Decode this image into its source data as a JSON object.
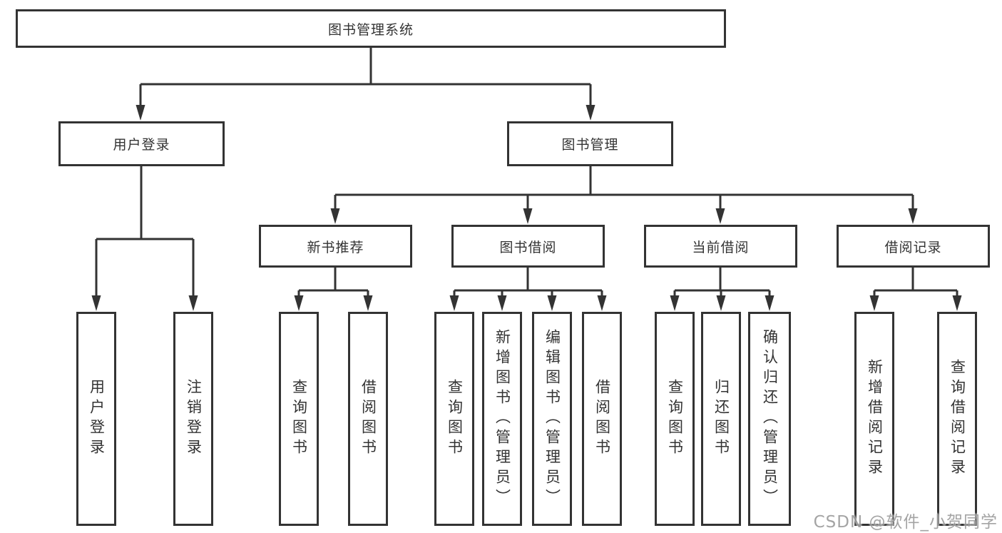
{
  "diagram": {
    "root": {
      "label": "图书管理系统"
    },
    "level2": {
      "user_login": {
        "label": "用户登录"
      },
      "book_management": {
        "label": "图书管理"
      }
    },
    "level3": {
      "new_book_recommend": {
        "label": "新书推荐"
      },
      "book_borrow": {
        "label": "图书借阅"
      },
      "current_borrow": {
        "label": "当前借阅"
      },
      "borrow_records": {
        "label": "借阅记录"
      }
    },
    "leaves": {
      "user_login_children": [
        {
          "label": "用户登录"
        },
        {
          "label": "注销登录"
        }
      ],
      "new_book_recommend_children": [
        {
          "label": "查询图书"
        },
        {
          "label": "借阅图书"
        }
      ],
      "book_borrow_children": [
        {
          "label": "查询图书"
        },
        {
          "label": "新增图书（管理员）"
        },
        {
          "label": "编辑图书（管理员）"
        },
        {
          "label": "借阅图书"
        }
      ],
      "current_borrow_children": [
        {
          "label": "查询图书"
        },
        {
          "label": "归还图书"
        },
        {
          "label": "确认归还（管理员）"
        }
      ],
      "borrow_records_children": [
        {
          "label": "新增借阅记录"
        },
        {
          "label": "查询借阅记录"
        }
      ]
    }
  },
  "watermark": {
    "text": "CSDN @软件_小贺同学"
  },
  "colors": {
    "line": "#333333",
    "box_border": "#333333",
    "text": "#333333",
    "watermark": "#9b9b9b",
    "background": "#ffffff"
  }
}
